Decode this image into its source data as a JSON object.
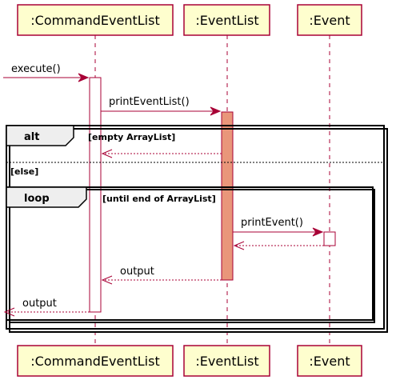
{
  "participants": {
    "command_event_list": ":CommandEventList",
    "event_list": ":EventList",
    "event": ":Event"
  },
  "messages": {
    "execute": "execute()",
    "print_event_list": "printEventList()",
    "print_event": "printEvent()",
    "output_to_command": "output",
    "output_to_caller": "output"
  },
  "fragments": {
    "alt": {
      "kind": "alt",
      "guard": "[empty ArrayList]",
      "else_guard": "[else]"
    },
    "loop": {
      "kind": "loop",
      "guard": "[until end of ArrayList]"
    }
  },
  "colors": {
    "border": "#A80036",
    "participant_fill": "#FEFECE",
    "activation_fill": "#E9967A"
  }
}
